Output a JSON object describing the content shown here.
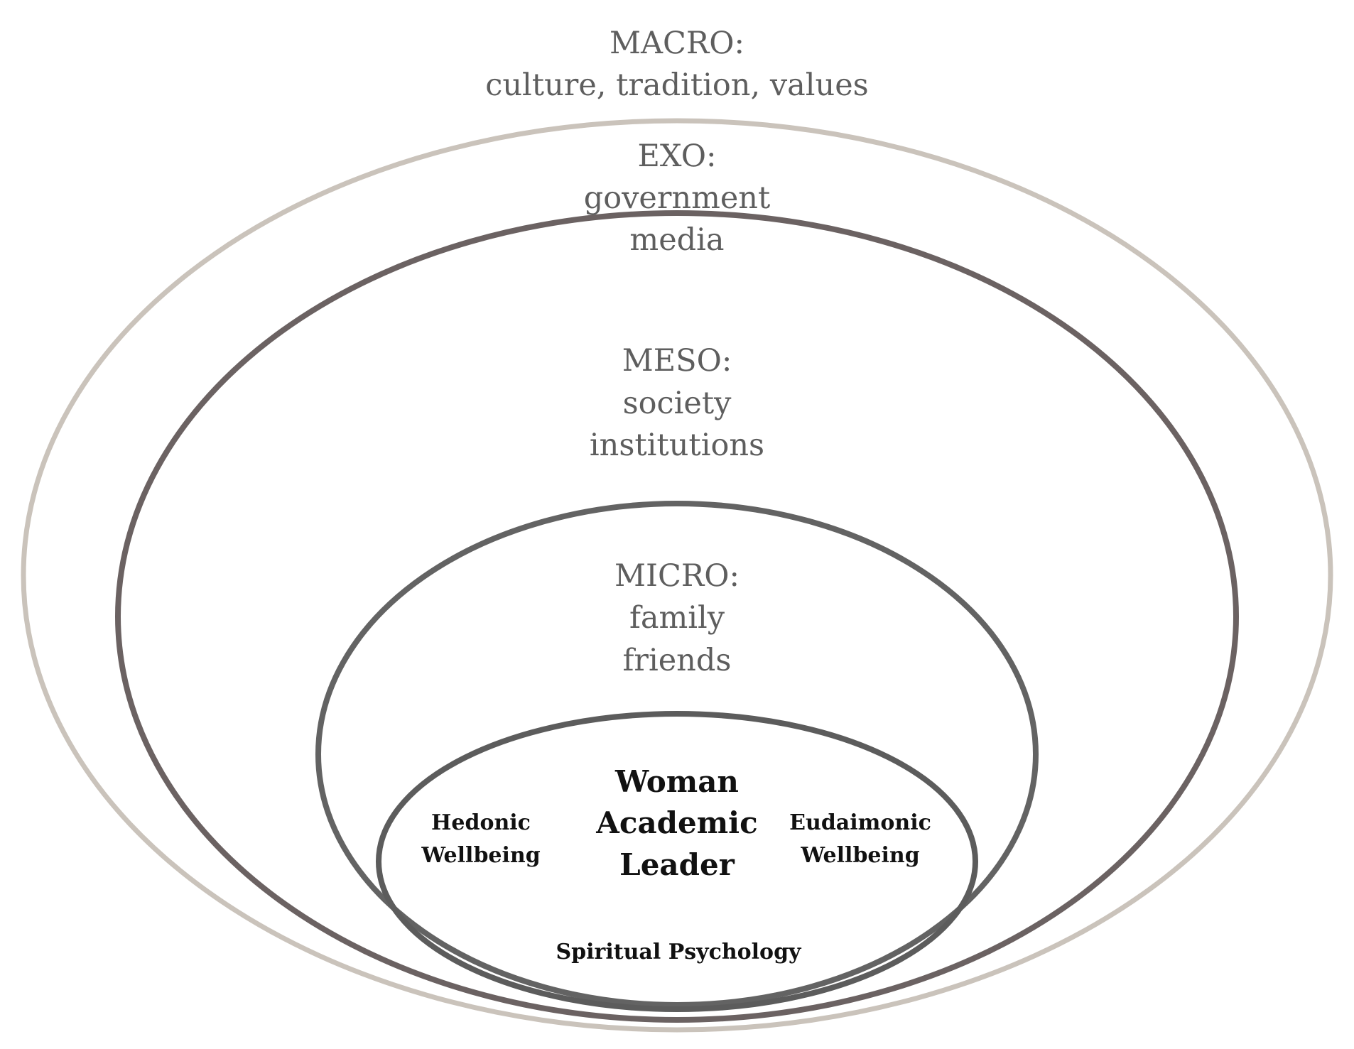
{
  "diagram": {
    "macro": {
      "heading": "MACRO:",
      "items": [
        "culture, tradition, values"
      ],
      "color": "#cac3bb"
    },
    "exo": {
      "heading": "EXO:",
      "items": [
        "government",
        "media"
      ],
      "color": "#cac3bb"
    },
    "meso": {
      "heading": "MESO:",
      "items": [
        "society",
        "institutions"
      ],
      "color": "#6b6262"
    },
    "micro": {
      "heading": "MICRO:",
      "items": [
        "family",
        "friends"
      ],
      "color": "#636363"
    },
    "core": {
      "title_lines": [
        "Woman",
        "Academic",
        "Leader"
      ],
      "left_lines": [
        "Hedonic",
        "Wellbeing"
      ],
      "right_lines": [
        "Eudaimonic",
        "Wellbeing"
      ],
      "bottom": "Spiritual Psychology",
      "color": "#5c5c5c"
    }
  }
}
